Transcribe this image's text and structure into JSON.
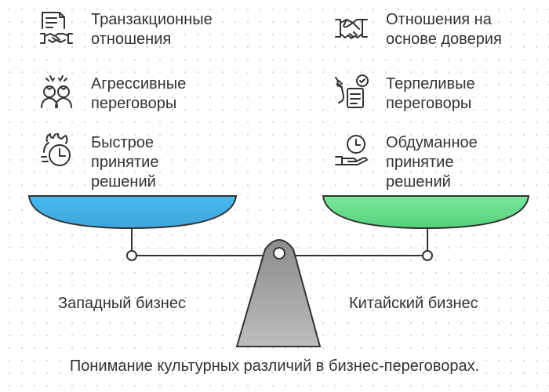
{
  "left": {
    "items": [
      {
        "label": "Транзакционные отношения",
        "icon": "contract-handshake-icon"
      },
      {
        "label": "Агрессивные переговоры",
        "icon": "angry-people-icon"
      },
      {
        "label": "Быстрое принятие решений",
        "icon": "fast-clock-icon"
      }
    ],
    "name": "Западный бизнес"
  },
  "right": {
    "items": [
      {
        "label": "Отношения на основе доверия",
        "icon": "handshake-icon"
      },
      {
        "label": "Терпеливые переговоры",
        "icon": "patient-checklist-icon"
      },
      {
        "label": "Обдуманное принятие решений",
        "icon": "hand-clock-icon"
      }
    ],
    "name": "Китайский бизнес"
  },
  "caption": "Понимание культурных различий в бизнес-переговорах.",
  "colors": {
    "left_pan": "#4db8ec",
    "right_pan": "#6ee08e",
    "stand": "#9a9a9a",
    "stroke": "#333333",
    "text": "#333333"
  }
}
